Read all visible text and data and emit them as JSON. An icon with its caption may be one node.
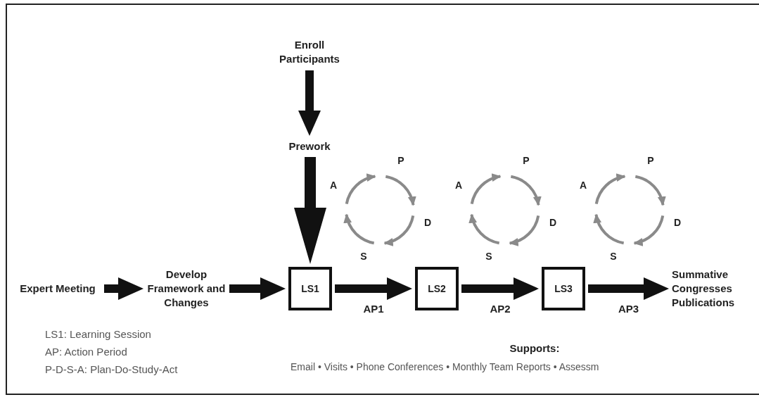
{
  "diagram": {
    "nodes": [
      {
        "text": [
          "Enroll Participants"
        ]
      },
      {
        "text": [
          "Prework"
        ]
      },
      {
        "text": [
          "Expert Meeting"
        ]
      },
      {
        "text": [
          "Develop Framework and Changes"
        ]
      },
      {
        "text": [
          "LS1"
        ]
      },
      {
        "text": [
          "LS2"
        ]
      },
      {
        "text": [
          "LS3"
        ]
      },
      {
        "text": [
          "Summative Congresses Publications"
        ]
      },
      {
        "text": [],
        "shape": "circle",
        "beside": [
          "A",
          "P",
          "D",
          "S"
        ]
      },
      {
        "text": [],
        "shape": "circle",
        "beside": [
          "A",
          "P",
          "D",
          "S"
        ]
      },
      {
        "text": [],
        "shape": "circle",
        "beside": [
          "A",
          "P",
          "D",
          "S"
        ]
      }
    ],
    "edges": [
      {
        "from": 0,
        "to": 1,
        "arrow": "to"
      },
      {
        "from": 1,
        "to": 4,
        "arrow": "to",
        "style": "thick"
      },
      {
        "from": 2,
        "to": 3,
        "arrow": "to"
      },
      {
        "from": 3,
        "to": 4,
        "arrow": "to"
      },
      {
        "from": 4,
        "to": 5,
        "arrow": "to",
        "label": "AP1"
      },
      {
        "from": 5,
        "to": 6,
        "arrow": "to",
        "label": "AP2"
      },
      {
        "from": 6,
        "to": 7,
        "arrow": "to",
        "label": "AP3"
      }
    ],
    "labels": [
      "LS1: Learning Session",
      "AP: Action Period",
      "P-D-S-A: Plan-Do-Study-Act",
      "Supports:",
      "Email • Visits • Phone Conferences • Monthly Team Reports • Assessm"
    ]
  }
}
